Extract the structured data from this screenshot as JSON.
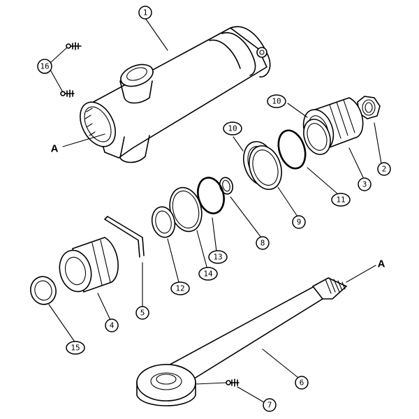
{
  "callouts": {
    "c1": "1",
    "c2": "2",
    "c3": "3",
    "c4": "4",
    "c5": "5",
    "c6": "6",
    "c7": "7",
    "c8": "8",
    "c9": "9",
    "c10a": "10",
    "c10b": "10",
    "c11": "11",
    "c12": "12",
    "c13": "13",
    "c14": "14",
    "c15": "15",
    "c16": "16"
  },
  "markers": {
    "a_left": "A",
    "a_right": "A"
  }
}
